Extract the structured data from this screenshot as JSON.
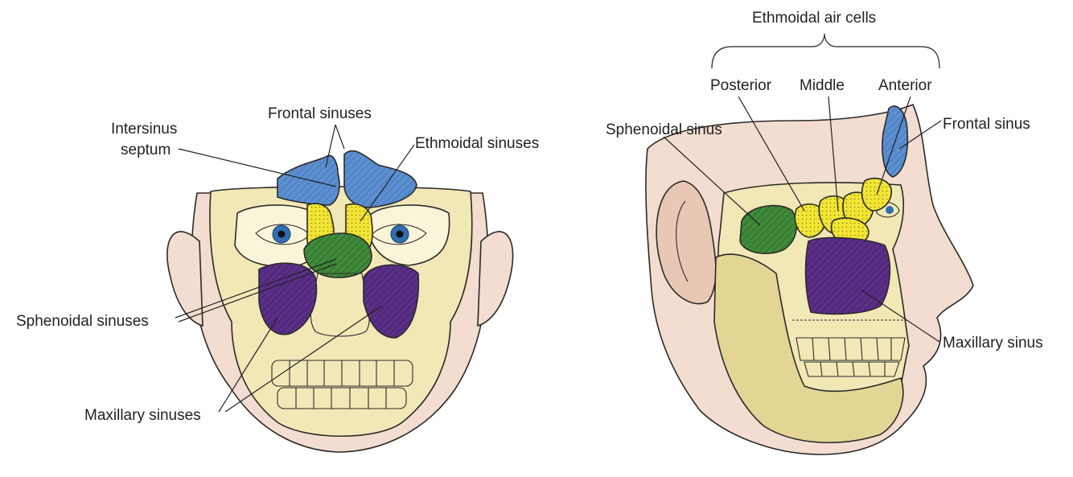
{
  "colors": {
    "skin": "#f3ddd0",
    "skin_shade": "#e8c7b5",
    "bone": "#f1e8b6",
    "bone_shade": "#e3d594",
    "frontal": "#5b8fd0",
    "ethmoidal": "#f2e535",
    "sphenoidal": "#3f8a3a",
    "maxillary": "#5a2f86",
    "eye_iris": "#2f6fb1",
    "line": "#222222"
  },
  "front_view": {
    "labels": {
      "frontal_sinuses": "Frontal sinuses",
      "intersinus_line1": "Intersinus",
      "intersinus_line2": "septum",
      "ethmoidal_sinuses": "Ethmoidal sinuses",
      "sphenoidal_sinuses": "Sphenoidal sinuses",
      "maxillary_sinuses": "Maxillary sinuses"
    }
  },
  "side_view": {
    "labels": {
      "ethmoidal_air_cells": "Ethmoidal air cells",
      "posterior": "Posterior",
      "middle": "Middle",
      "anterior": "Anterior",
      "sphenoidal_sinus": "Sphenoidal sinus",
      "frontal_sinus": "Frontal sinus",
      "maxillary_sinus": "Maxillary sinus"
    }
  }
}
